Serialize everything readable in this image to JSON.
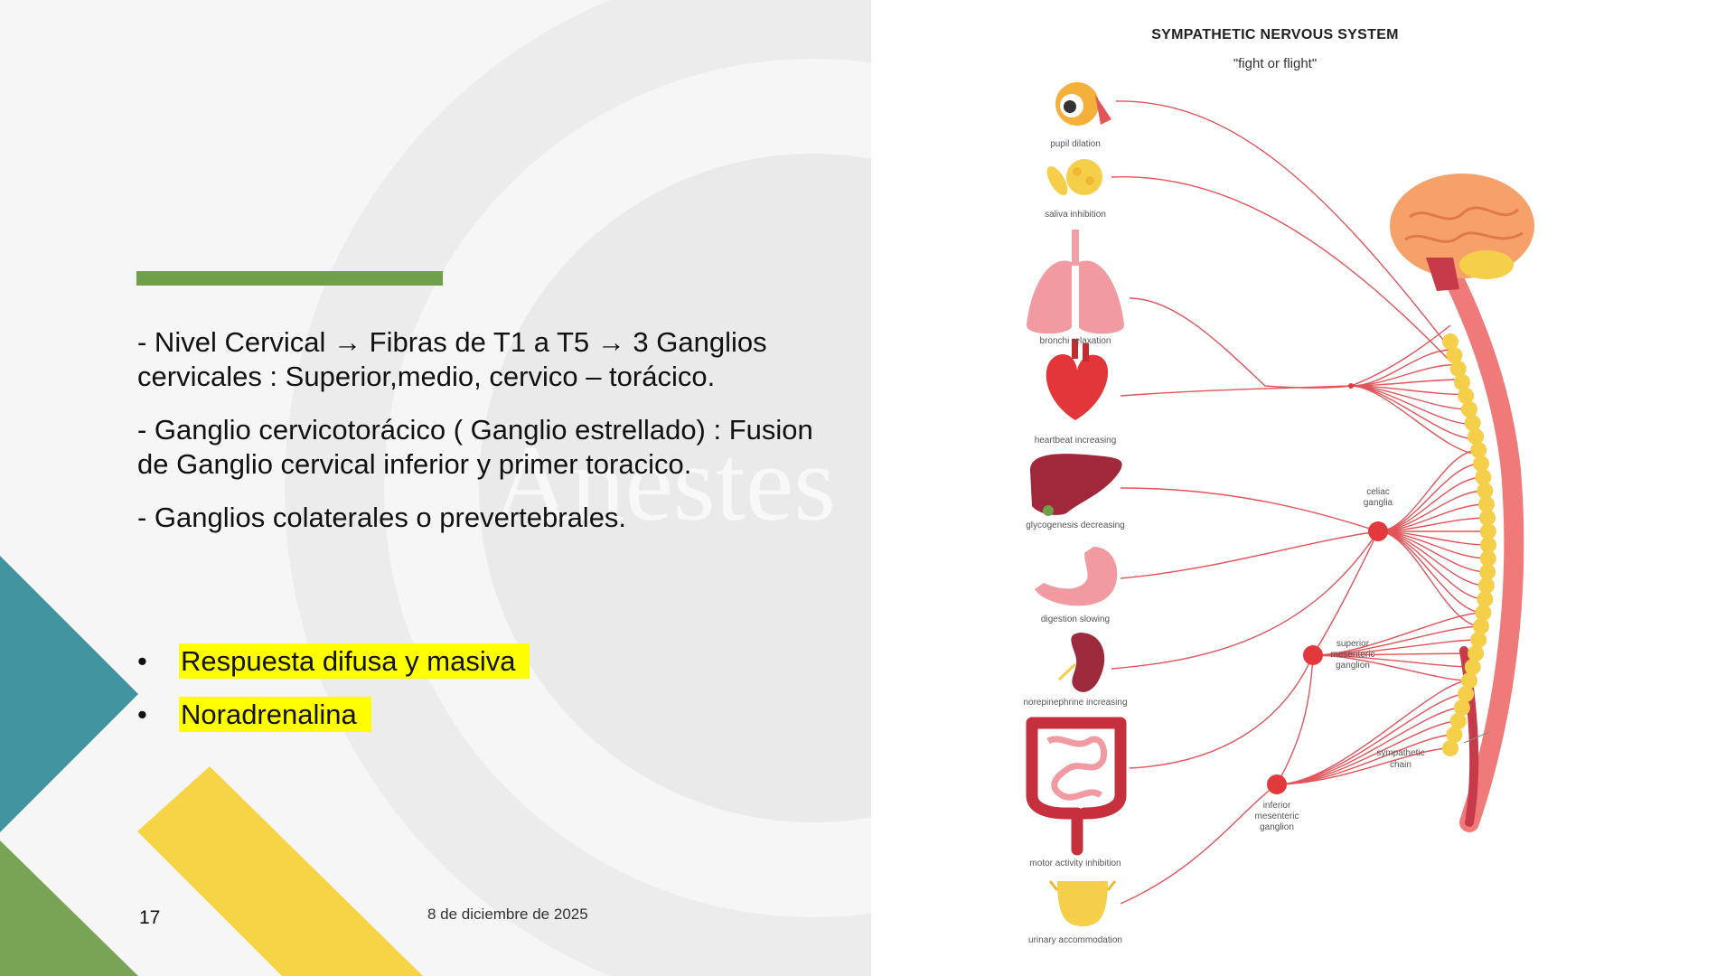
{
  "slide": {
    "paragraphs": [
      "- Nivel Cervical → Fibras de T1 a T5 → 3 Ganglios cervicales : Superior,medio, cervico – torácico.",
      "- Ganglio cervicotorácico ( Ganglio estrellado) : Fusion de Ganglio cervical inferior y primer toracico.",
      "- Ganglios colaterales o prevertebrales."
    ],
    "bullet_char": "•",
    "bullets": [
      "Respuesta difusa y masiva",
      "Noradrenalina"
    ],
    "page_number": "17",
    "date": "8 de diciembre de 2025",
    "watermark_text": "Anestes",
    "colors": {
      "green": "#6ea04c",
      "teal": "#4394a1",
      "yellow": "#f7d445",
      "highlight": "#ffff00"
    }
  },
  "figure": {
    "title": "SYMPATHETIC NERVOUS SYSTEM",
    "subtitle": "\"fight or flight\"",
    "organs": [
      {
        "icon": "eye-icon",
        "label": "pupil dilation"
      },
      {
        "icon": "salivary-gland-icon",
        "label": "saliva inhibition"
      },
      {
        "icon": "lungs-icon",
        "label": "bronchi relaxation"
      },
      {
        "icon": "heart-icon",
        "label": "heartbeat increasing"
      },
      {
        "icon": "liver-icon",
        "label": "glycogenesis decreasing"
      },
      {
        "icon": "stomach-icon",
        "label": "digestion slowing"
      },
      {
        "icon": "kidney-icon",
        "label": "norepinephrine increasing"
      },
      {
        "icon": "intestine-icon",
        "label": "motor activity inhibition"
      },
      {
        "icon": "bladder-icon",
        "label": "urinary accommodation"
      }
    ],
    "ganglia": [
      {
        "label_lines": [
          "celiac",
          "ganglia"
        ]
      },
      {
        "label_lines": [
          "superior",
          "mesenteric",
          "ganglion"
        ]
      },
      {
        "label_lines": [
          "inferior",
          "mesenteric",
          "ganglion"
        ]
      }
    ],
    "chain_label_lines": [
      "sympathetic",
      "chain"
    ],
    "colors": {
      "nerve": "#e2545a",
      "ganglion": "#e23a3c",
      "chain": "#f6cf4a",
      "brain": "#f6a06a",
      "spinal_cord": "#f07a7a"
    }
  }
}
